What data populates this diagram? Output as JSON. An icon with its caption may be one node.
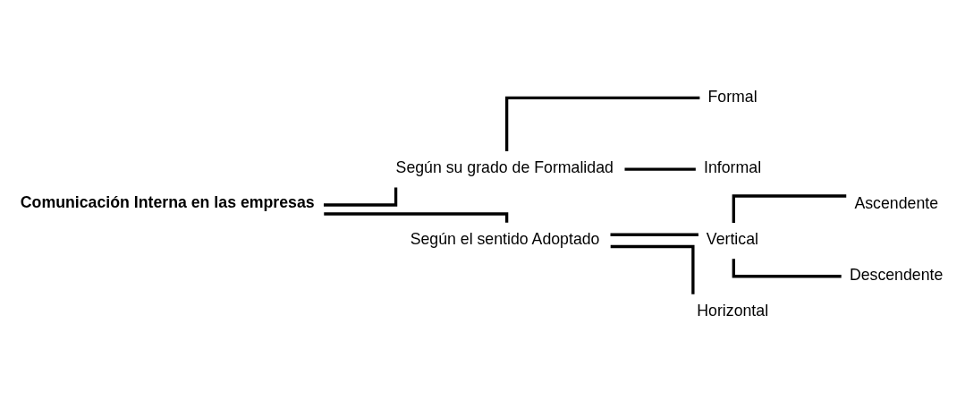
{
  "diagram": {
    "nodes": [
      {
        "text": [
          "Comunicación Interna en las empresas"
        ]
      },
      {
        "text": [
          "Según su grado de Formalidad"
        ]
      },
      {
        "text": [
          "Según el sentido Adoptado"
        ]
      },
      {
        "text": [
          "Formal"
        ]
      },
      {
        "text": [
          "Informal"
        ]
      },
      {
        "text": [
          "Vertical"
        ]
      },
      {
        "text": [
          "Horizontal"
        ]
      },
      {
        "text": [
          "Ascendente"
        ]
      },
      {
        "text": [
          "Descendente"
        ]
      }
    ],
    "edges": [
      {
        "from": 0,
        "to": 1,
        "arrow": "none"
      },
      {
        "from": 0,
        "to": 2,
        "arrow": "none"
      },
      {
        "from": 1,
        "to": 3,
        "arrow": "none"
      },
      {
        "from": 1,
        "to": 4,
        "arrow": "none"
      },
      {
        "from": 2,
        "to": 5,
        "arrow": "none"
      },
      {
        "from": 2,
        "to": 6,
        "arrow": "none"
      },
      {
        "from": 5,
        "to": 7,
        "arrow": "none"
      },
      {
        "from": 5,
        "to": 8,
        "arrow": "none"
      }
    ]
  }
}
